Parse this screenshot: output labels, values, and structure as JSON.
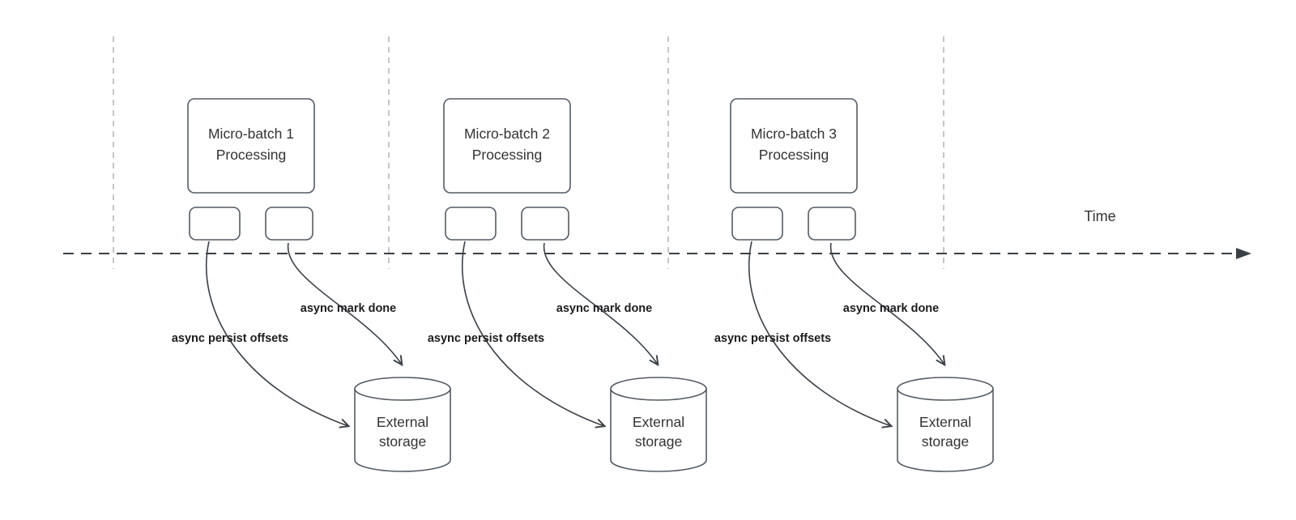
{
  "diagram": {
    "time_label": "Time"
  },
  "groups": [
    {
      "box_line1": "Micro-batch 1",
      "box_line2": "Processing",
      "persist_label": "async persist offsets",
      "mark_done_label": "async mark done",
      "storage_line1": "External",
      "storage_line2": "storage"
    },
    {
      "box_line1": "Micro-batch 2",
      "box_line2": "Processing",
      "persist_label": "async persist offsets",
      "mark_done_label": "async mark done",
      "storage_line1": "External",
      "storage_line2": "storage"
    },
    {
      "box_line1": "Micro-batch 3",
      "box_line2": "Processing",
      "persist_label": "async persist offsets",
      "mark_done_label": "async mark done",
      "storage_line1": "External",
      "storage_line2": "storage"
    }
  ],
  "colors": {
    "node_stroke": "#545b64",
    "node_fill": "#ffffff",
    "text": "#333333",
    "edge": "#3b4046",
    "edge_label": "#1c1c1c",
    "guide": "#b3b3b3",
    "background": "#ffffff"
  }
}
